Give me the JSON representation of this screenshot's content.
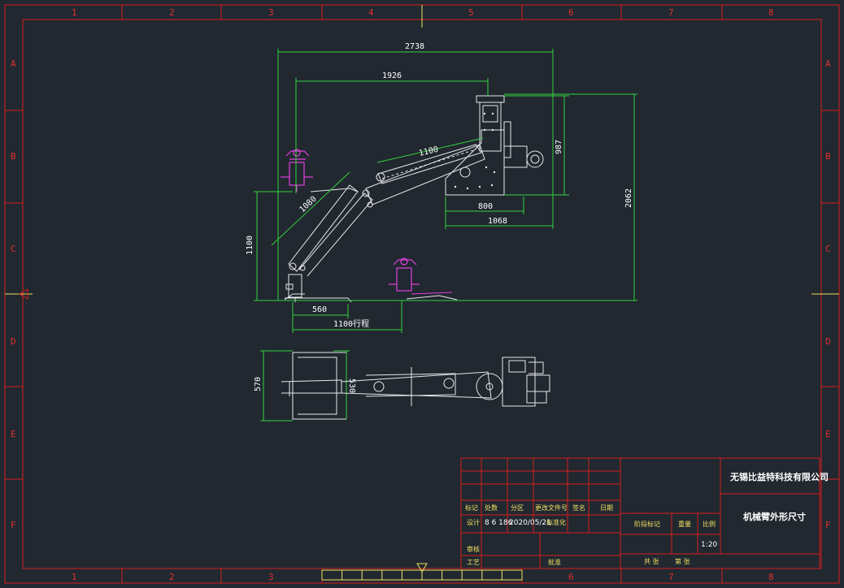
{
  "sheet": {
    "columns": [
      "1",
      "2",
      "3",
      "4",
      "5",
      "6",
      "7",
      "8"
    ],
    "rows": [
      "A",
      "B",
      "C",
      "D",
      "E",
      "F"
    ]
  },
  "dimensions": {
    "d2738": "2738",
    "d1926": "1926",
    "d987": "987",
    "d2062": "2062",
    "d1100_arm": "1100",
    "d1080": "1080",
    "d800": "800",
    "d1068": "1068",
    "d1100_h": "1100",
    "d560": "560",
    "d1100_reach": "1100行程",
    "d570": "570",
    "d530": "530"
  },
  "title_block": {
    "company": "无锡比益特科技有限公司",
    "drawing_name": "机械臂外形尺寸",
    "header_row": [
      "标记",
      "处数",
      "分区",
      "更改文件号",
      "签名",
      "日期"
    ],
    "design_label": "设计",
    "designer": "8 6 186",
    "date": "2020/05/21",
    "standardization": "标准化",
    "review_label": "审核",
    "process_label": "工艺",
    "approve_label": "批准",
    "stage_mark": "阶段标记",
    "weight": "重量",
    "scale_label": "比例",
    "scale_value": "1:20",
    "sheets_total": "共 张",
    "sheet_no": "第 张"
  },
  "colors": {
    "background": "#212830",
    "frame": "#d81e1e",
    "dimension": "#31d33c",
    "geometry": "#e8e8e8",
    "gripper": "#e040e0",
    "title_text": "#f0e060"
  }
}
